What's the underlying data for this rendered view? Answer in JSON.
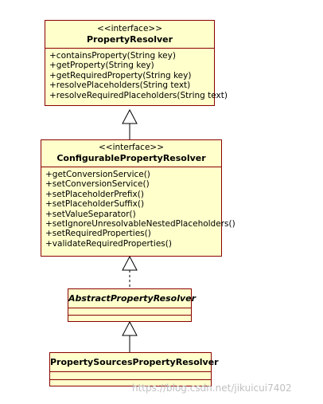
{
  "classes": {
    "property_resolver": {
      "stereotype": "<<interface>>",
      "name": "PropertyResolver",
      "operations": [
        "+containsProperty(String key)",
        "+getProperty(String key)",
        "+getRequiredProperty(String key)",
        "+resolvePlaceholders(String text)",
        "+resolveRequiredPlaceholders(String text)"
      ]
    },
    "configurable_property_resolver": {
      "stereotype": "<<interface>>",
      "name": "ConfigurablePropertyResolver",
      "operations": [
        "+getConversionService()",
        "+setConversionService()",
        "+setPlaceholderPrefix()",
        "+setPlaceholderSuffix()",
        "+setValueSeparator()",
        "+setIgnoreUnresolvableNestedPlaceholders()",
        "+setRequiredProperties()",
        "+validateRequiredProperties()"
      ]
    },
    "abstract_property_resolver": {
      "name": "AbstractPropertyResolver"
    },
    "property_sources_property_resolver": {
      "name": "PropertySourcesPropertyResolver"
    }
  },
  "watermark": "https://blog.csdn.net/jikuicui7402",
  "colors": {
    "box_fill": "#ffffcc",
    "box_border": "#8b0000",
    "line": "#000000"
  }
}
